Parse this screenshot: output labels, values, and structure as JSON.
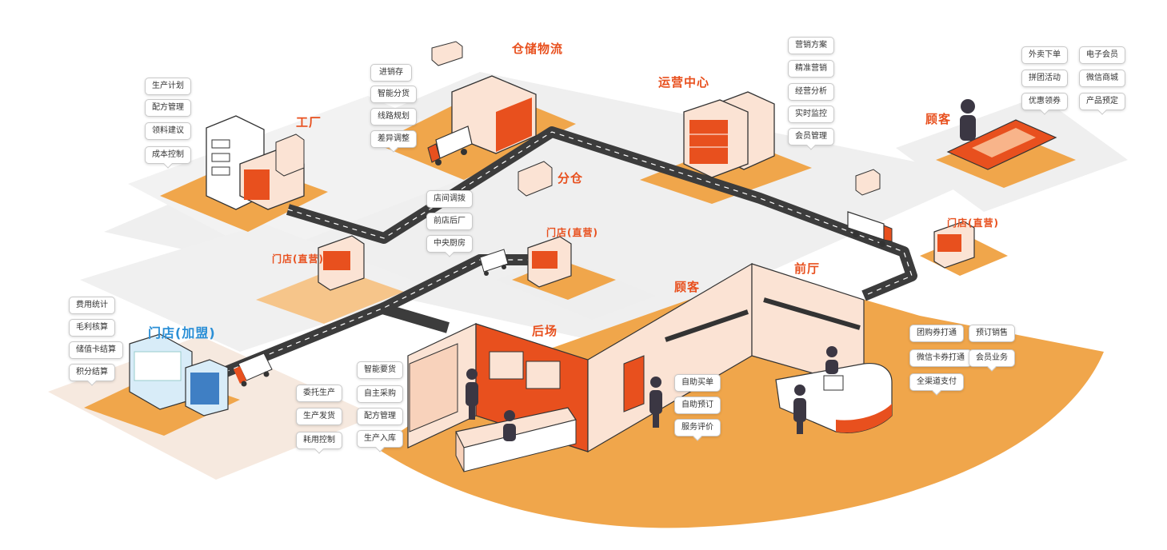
{
  "zones": {
    "warehouse": "仓储物流",
    "factory": "工厂",
    "ops_center": "运营中心",
    "customer_top": "顾客",
    "branch_warehouse": "分仓",
    "direct_store": "门店(直营)",
    "franchise_store": "门店(加盟)",
    "kitchen": "后场",
    "customer_dining": "顾客",
    "front_hall": "前厅"
  },
  "labels": {
    "factory": [
      "生产计划",
      "配方管理",
      "领料建议",
      "成本控制"
    ],
    "warehouse": [
      "进销存",
      "智能分货",
      "线路规划",
      "差异调整"
    ],
    "ops_center": [
      "营销方案",
      "精准营销",
      "经营分析",
      "实时监控",
      "会员管理"
    ],
    "customer": [
      "外卖下单",
      "电子会员",
      "拼团活动",
      "微信商城",
      "优惠领券",
      "产品预定"
    ],
    "central_kitchen": [
      "店间调拨",
      "前店后厂",
      "中央厨房"
    ],
    "franchise": [
      "费用统计",
      "毛利核算",
      "储值卡结算",
      "积分结算"
    ],
    "kitchen_left": [
      "委托生产",
      "生产发货",
      "耗用控制"
    ],
    "kitchen_right": [
      "智能要货",
      "自主采购",
      "配方管理",
      "生产入库"
    ],
    "self_service": [
      "自助买单",
      "自助预订",
      "服务评价"
    ],
    "front_hall": [
      "团购券打通",
      "预订销售",
      "微信卡券打通",
      "会员业务",
      "全渠道支付"
    ]
  },
  "colors": {
    "accent": "#e8501e",
    "platform": "#f0a64b",
    "franchise_accent": "#2b8fd6",
    "road": "#3c3c3c",
    "person": "#3b3743"
  }
}
